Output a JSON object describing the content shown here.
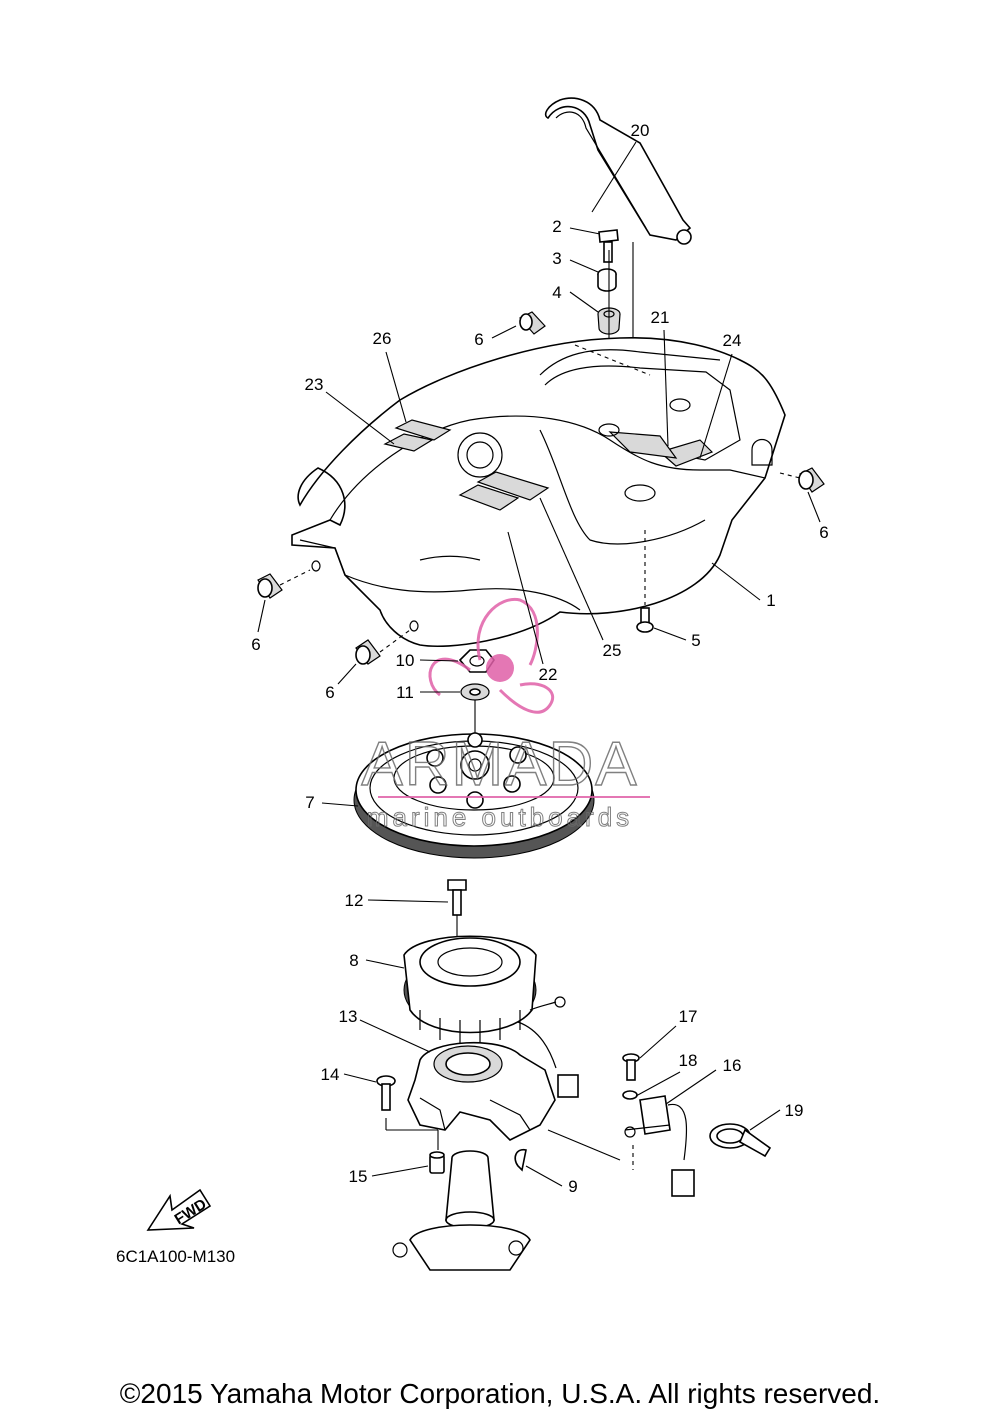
{
  "diagram": {
    "drawing_code": "6C1A100-M130",
    "fwd_label": "FWD",
    "copyright": "©2015 Yamaha Motor Corporation, U.S.A. All rights reserved."
  },
  "watermark": {
    "brand": "ARMADA",
    "tagline": "marine outboards",
    "accent_color": "#e060a8"
  },
  "callouts": [
    "1",
    "2",
    "3",
    "4",
    "5",
    "6",
    "6",
    "6",
    "6",
    "7",
    "8",
    "9",
    "10",
    "11",
    "12",
    "13",
    "14",
    "15",
    "16",
    "17",
    "18",
    "19",
    "20",
    "21",
    "22",
    "23",
    "24",
    "25",
    "26"
  ]
}
